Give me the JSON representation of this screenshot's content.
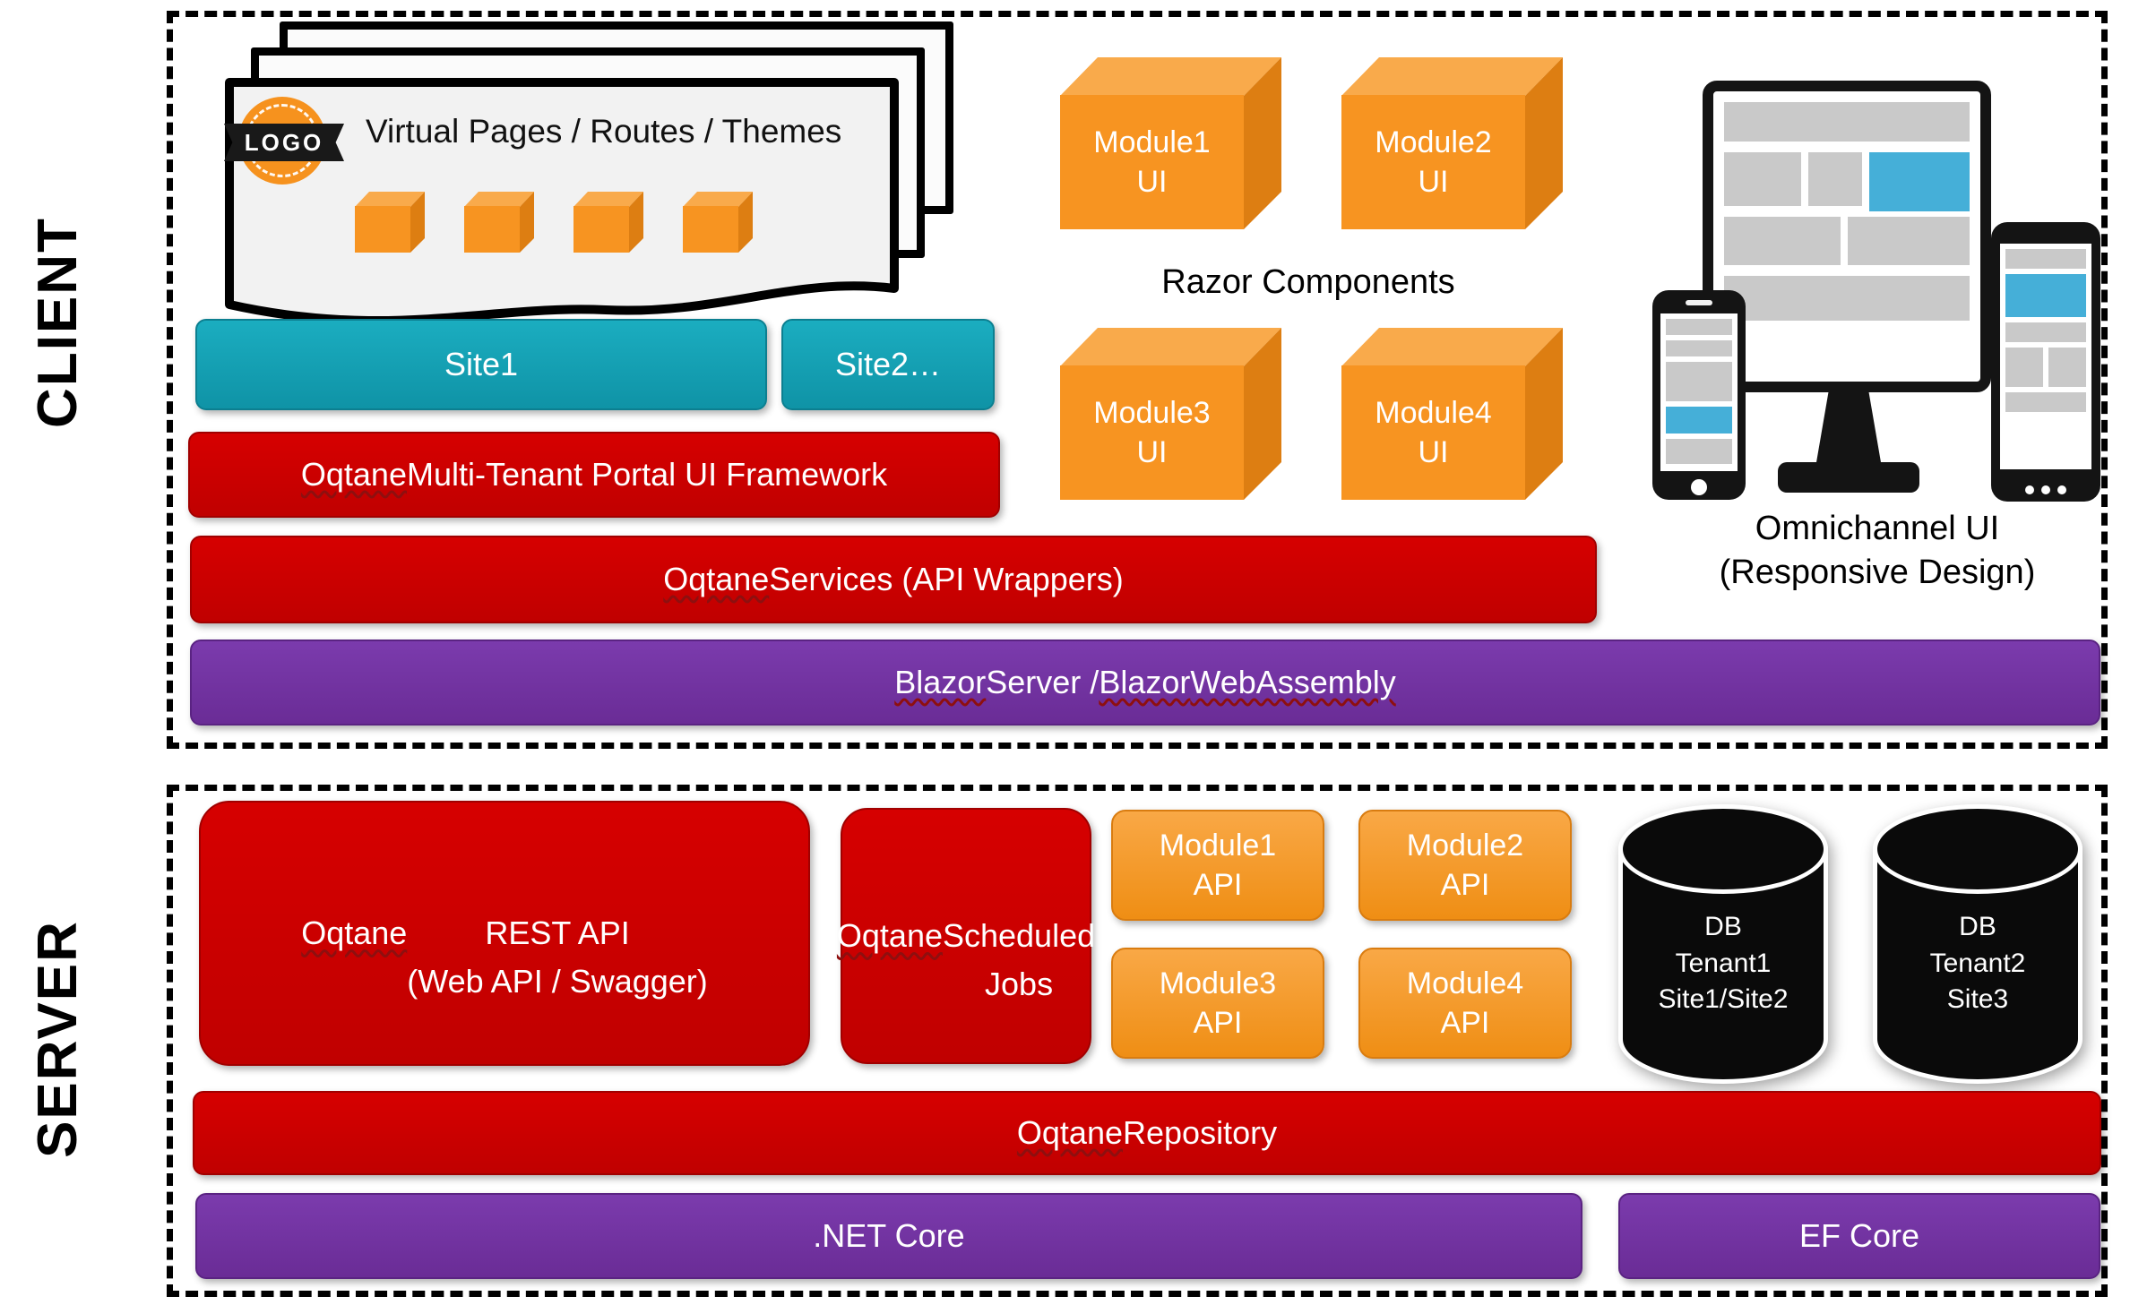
{
  "client": {
    "section_label": "CLIENT",
    "pages": {
      "logo_text": "LOGO",
      "title": "Virtual Pages / Routes / Themes"
    },
    "sites": [
      {
        "label": "Site1"
      },
      {
        "label": "Site2…"
      }
    ],
    "framework_bar": {
      "segments": [
        {
          "text": "Oqtane",
          "wavy": true
        },
        {
          "text": " Multi-Tenant Portal UI Framework"
        }
      ]
    },
    "services_bar": {
      "segments": [
        {
          "text": "Oqtane",
          "wavy": true
        },
        {
          "text": " Services (API Wrappers)"
        }
      ]
    },
    "blazor_bar": {
      "segments": [
        {
          "text": "Blazor",
          "wavy": true
        },
        {
          "text": " Server / "
        },
        {
          "text": "Blazor",
          "wavy": true
        },
        {
          "text": " "
        },
        {
          "text": "WebAssembly",
          "wavy": true
        }
      ]
    },
    "razor": {
      "title": "Razor Components",
      "modules": [
        "Module1\nUI",
        "Module2\nUI",
        "Module3\nUI",
        "Module4\nUI"
      ]
    },
    "omnichannel": {
      "caption_line1": "Omnichannel UI",
      "caption_line2": "(Responsive Design)"
    }
  },
  "server": {
    "section_label": "SERVER",
    "rest_api": {
      "segments": [
        {
          "text": "Oqtane",
          "wavy": true
        },
        {
          "text": "\nREST API\n(Web API / Swagger)"
        }
      ]
    },
    "scheduled_jobs": {
      "segments": [
        {
          "text": "Oqtane",
          "wavy": true
        },
        {
          "text": "\nScheduled\nJobs"
        }
      ]
    },
    "module_apis": [
      "Module1\nAPI",
      "Module2\nAPI",
      "Module3\nAPI",
      "Module4\nAPI"
    ],
    "databases": [
      {
        "label": "DB\nTenant1\nSite1/Site2"
      },
      {
        "label": "DB\nTenant2\nSite3"
      }
    ],
    "repository_bar": {
      "segments": [
        {
          "text": "Oqtane",
          "wavy": true
        },
        {
          "text": " Repository"
        }
      ]
    },
    "net_core": ".NET Core",
    "ef_core": "EF Core"
  },
  "icons": {
    "logo_badge": "logo-badge-icon",
    "page_cube": "cube-3d-icon",
    "module_cube": "cube-3d-icon",
    "desktop": "desktop-monitor-icon",
    "phone": "smartphone-icon",
    "tablet": "tablet-icon",
    "database": "database-cylinder-icon"
  },
  "colors": {
    "red": "#C80000",
    "purple": "#7030A0",
    "teal": "#14A2B4",
    "orange": "#F6921E",
    "device_blue": "#45AFD8",
    "black": "#000000"
  }
}
